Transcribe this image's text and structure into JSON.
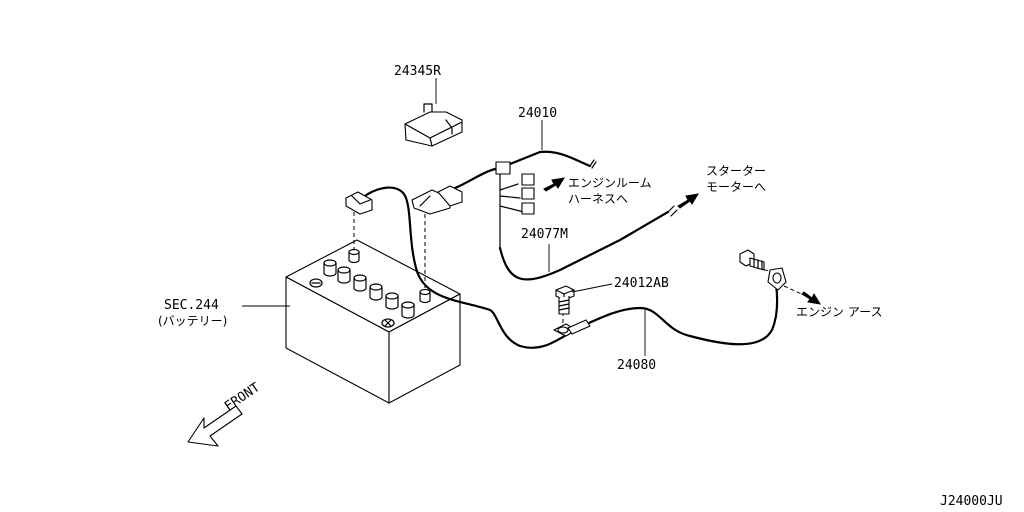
{
  "labels": {
    "relay_cover": "24345R",
    "engine_harness": "24010",
    "starter_cable": "24077M",
    "bolt": "24012AB",
    "ground_cable": "24080",
    "battery_sec": "SEC.244",
    "battery_name": "(バッテリー)",
    "engine_room_line1": "エンジンルーム",
    "engine_room_line2": "ハーネスへ",
    "starter_line1": "スターター",
    "starter_line2": "モーターへ",
    "engine_ground": "エンジン アース",
    "front": "FRONT",
    "diagram_code": "J24000JU"
  }
}
